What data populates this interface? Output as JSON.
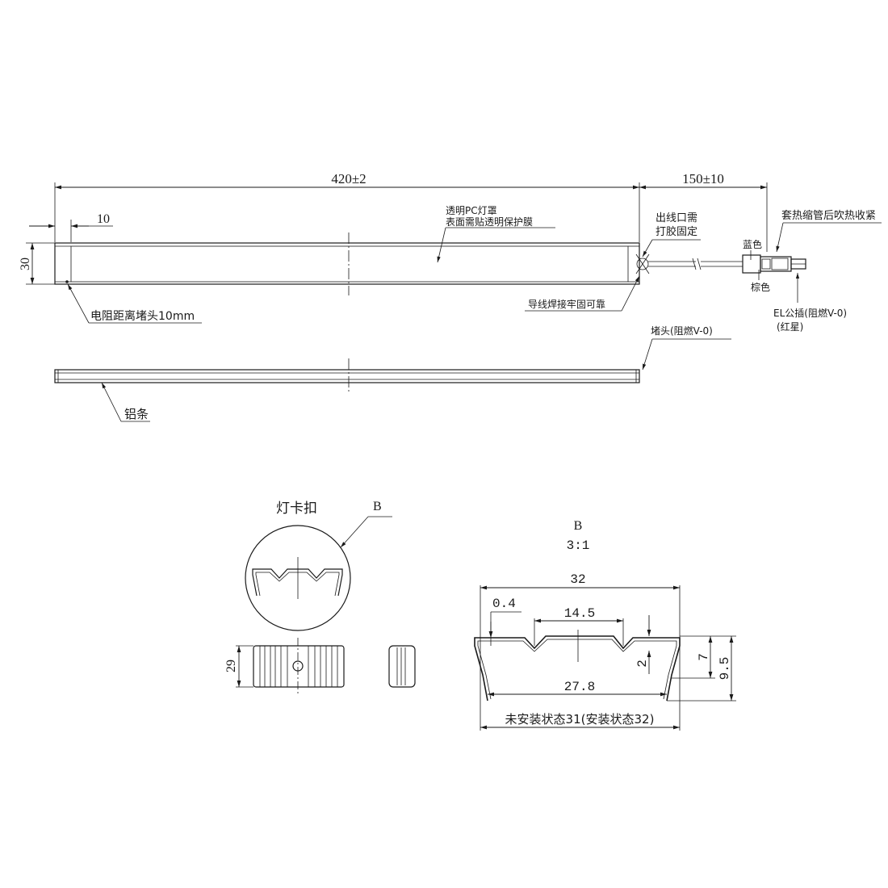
{
  "dimensions": {
    "length": "420±2",
    "cable": "150±10",
    "end_offset": "10",
    "height": "30",
    "clip_height": "29",
    "detail_width": "32",
    "thickness": "0.4",
    "groove": "14.5",
    "notch": "2",
    "inner_width": "27.8",
    "height_7": "7",
    "height_9_5": "9.5"
  },
  "labels": {
    "pc_cover_line1": "透明PC灯罩",
    "pc_cover_line2": "表面需贴透明保护膜",
    "outlet_line1": "出线口需",
    "outlet_line2": "打胶固定",
    "heat_shrink": "套热缩管后吹热收紧",
    "blue": "蓝色",
    "brown": "棕色",
    "el_plug_line1": "EL公插(阻燃V-0)",
    "el_plug_line2": "(红星)",
    "weld": "导线焊接牢固可靠",
    "resistor": "电阻距离堵头10mm",
    "end_cap": "堵头(阻燃V-0)",
    "aluminum": "铝条",
    "clip_title": "灯卡扣",
    "detail_ref": "B",
    "detail_title": "B",
    "detail_scale": "3:1",
    "install_state": "未安装状态31(安装状态32)"
  }
}
